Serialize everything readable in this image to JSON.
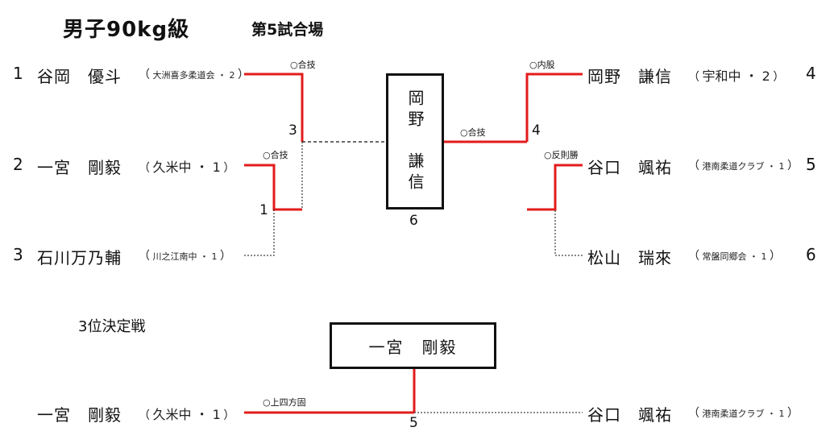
{
  "header": {
    "title": "男子90kg級",
    "venue": "第5試合場"
  },
  "colors": {
    "win_line": "#e31b1b",
    "line": "#111111"
  },
  "left_players": [
    {
      "seed": "1",
      "name": "谷岡　優斗",
      "affiliation": "大洲喜多柔道会 ・ 2"
    },
    {
      "seed": "2",
      "name": "一宮　剛毅",
      "affiliation": "久米中 ・ 1"
    },
    {
      "seed": "3",
      "name": "石川万乃輔",
      "affiliation": "川之江南中 ・ 1"
    }
  ],
  "right_players": [
    {
      "seed": "4",
      "name": "岡野　謙信",
      "affiliation": "宇和中 ・ 2"
    },
    {
      "seed": "5",
      "name": "谷口　颯祐",
      "affiliation": "港南柔道クラブ ・ 1"
    },
    {
      "seed": "6",
      "name": "松山　瑞來",
      "affiliation": "常盤同郷会 ・ 1"
    }
  ],
  "matches": {
    "m1": {
      "number": "1",
      "technique": "○合技"
    },
    "m3": {
      "number": "3",
      "technique": "○合技"
    },
    "m4": {
      "number": "4",
      "technique": "○内股"
    },
    "m5": {
      "technique": "○反則勝"
    },
    "final": {
      "number": "6",
      "technique": "○合技"
    }
  },
  "champion": {
    "name_vertical": "岡野　謙信"
  },
  "third_place": {
    "section_label": "3位決定戦",
    "winner_name": "一宮　剛毅",
    "left_name": "一宮　剛毅",
    "left_affiliation": "久米中 ・ 1",
    "right_name": "谷口　颯祐",
    "right_affiliation": "港南柔道クラブ ・ 1",
    "technique": "○上四方固",
    "match_number": "5"
  }
}
